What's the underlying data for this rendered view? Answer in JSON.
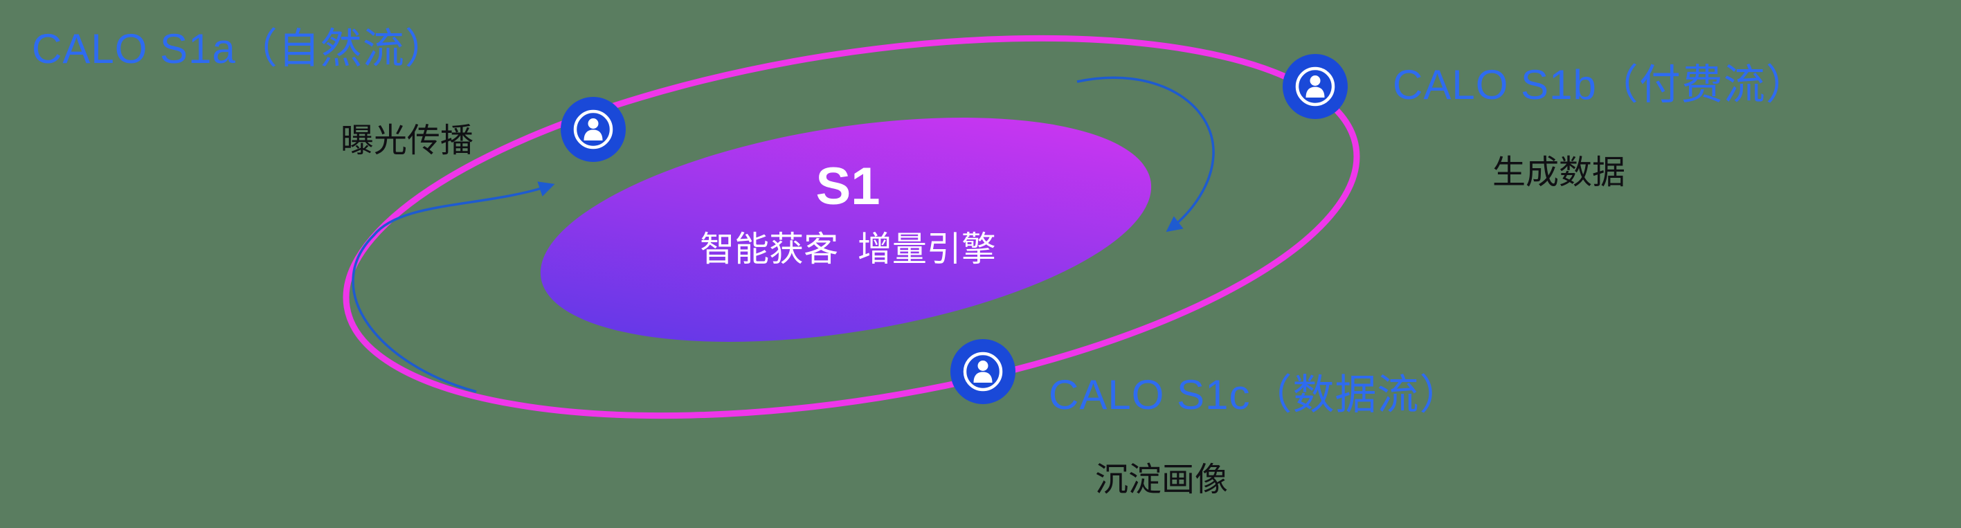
{
  "diagram": {
    "title": "S1",
    "subtitle": "智能获客  增量引擎",
    "nodes": [
      {
        "id": "s1a",
        "label": "CALO S1a（自然流）",
        "sublabel": "曝光传播",
        "icon": "user-icon"
      },
      {
        "id": "s1b",
        "label": "CALO S1b（付费流）",
        "sublabel": "生成数据",
        "icon": "user-icon"
      },
      {
        "id": "s1c",
        "label": "CALO S1c（数据流）",
        "sublabel": "沉淀画像",
        "icon": "user-icon"
      }
    ],
    "colors": {
      "background": "#5a7d60",
      "orbit_ring": "#ef36ea",
      "node_blue": "#1a49d8",
      "label_blue": "#2e6bf0",
      "sublabel_dark": "#101014",
      "arrow_blue": "#1e5bd0",
      "core_gradient_start": "#5338e6",
      "core_gradient_end": "#db36f2",
      "center_text": "#ffffff"
    }
  }
}
